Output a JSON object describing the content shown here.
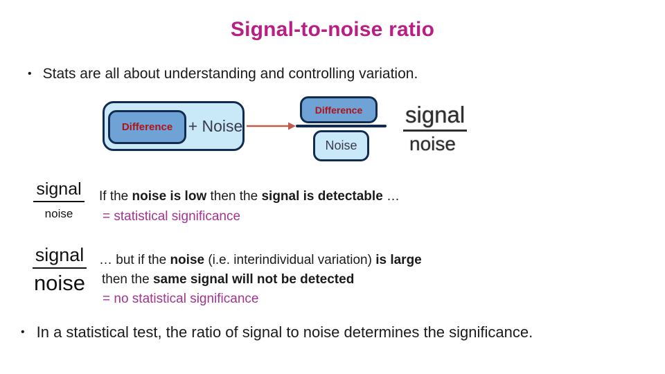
{
  "title": "Signal-to-noise ratio",
  "bullets": {
    "glyph": "•",
    "top": "Stats are all about understanding and controlling variation.",
    "bottom": "In a statistical test, the ratio of signal to noise determines the significance."
  },
  "diagram": {
    "sum_box": {
      "difference": "Difference",
      "plus_noise": "+ Noise"
    },
    "ratio_box": {
      "numerator": "Difference",
      "denominator": "Noise"
    },
    "handwritten": {
      "numerator": "signal",
      "denominator": "noise"
    }
  },
  "fractions": {
    "low_noise": {
      "numerator": "signal",
      "denominator": "noise"
    },
    "high_noise": {
      "numerator": "signal",
      "denominator": "noise"
    }
  },
  "low_noise_text": {
    "seg1": "If the ",
    "seg2": "noise is low",
    "seg3": " then the ",
    "seg4": "signal is detectable",
    "seg5": " …",
    "equals": "= statistical significance"
  },
  "high_noise_text": {
    "seg1": "… but if the ",
    "seg2": "noise",
    "seg3": " (i.e. interindividual variation) ",
    "seg4": "is large",
    "seg5": "then the ",
    "seg6": "same signal will not be detected",
    "equals": "= no statistical significance"
  },
  "colors": {
    "title_magenta": "#b81e84",
    "accent_magenta": "#a23390",
    "difference_red": "#b01218",
    "navy_border": "#132b4e",
    "light_blue_fill": "#c9e8f8",
    "medium_blue_fill": "#6fa3d6",
    "arrow_orange": "#c05b4b",
    "body_text": "#1a1a1a"
  }
}
